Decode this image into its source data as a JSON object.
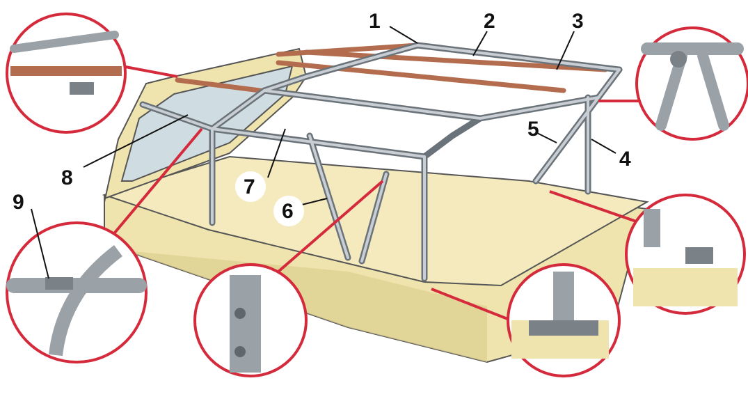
{
  "callouts": {
    "c1": "1",
    "c2": "2",
    "c3": "3",
    "c4": "4",
    "c5": "5",
    "c6": "6",
    "c7": "7",
    "c8": "8",
    "c9": "9"
  },
  "colors": {
    "body": "#efe4ad",
    "body_shade": "#ddcf8e",
    "frame": "#b9c0c6",
    "frame_dark": "#5f676d",
    "straps": "#b36d4e",
    "circle_border": "#d42a3b",
    "glass": "#cfdde3"
  }
}
